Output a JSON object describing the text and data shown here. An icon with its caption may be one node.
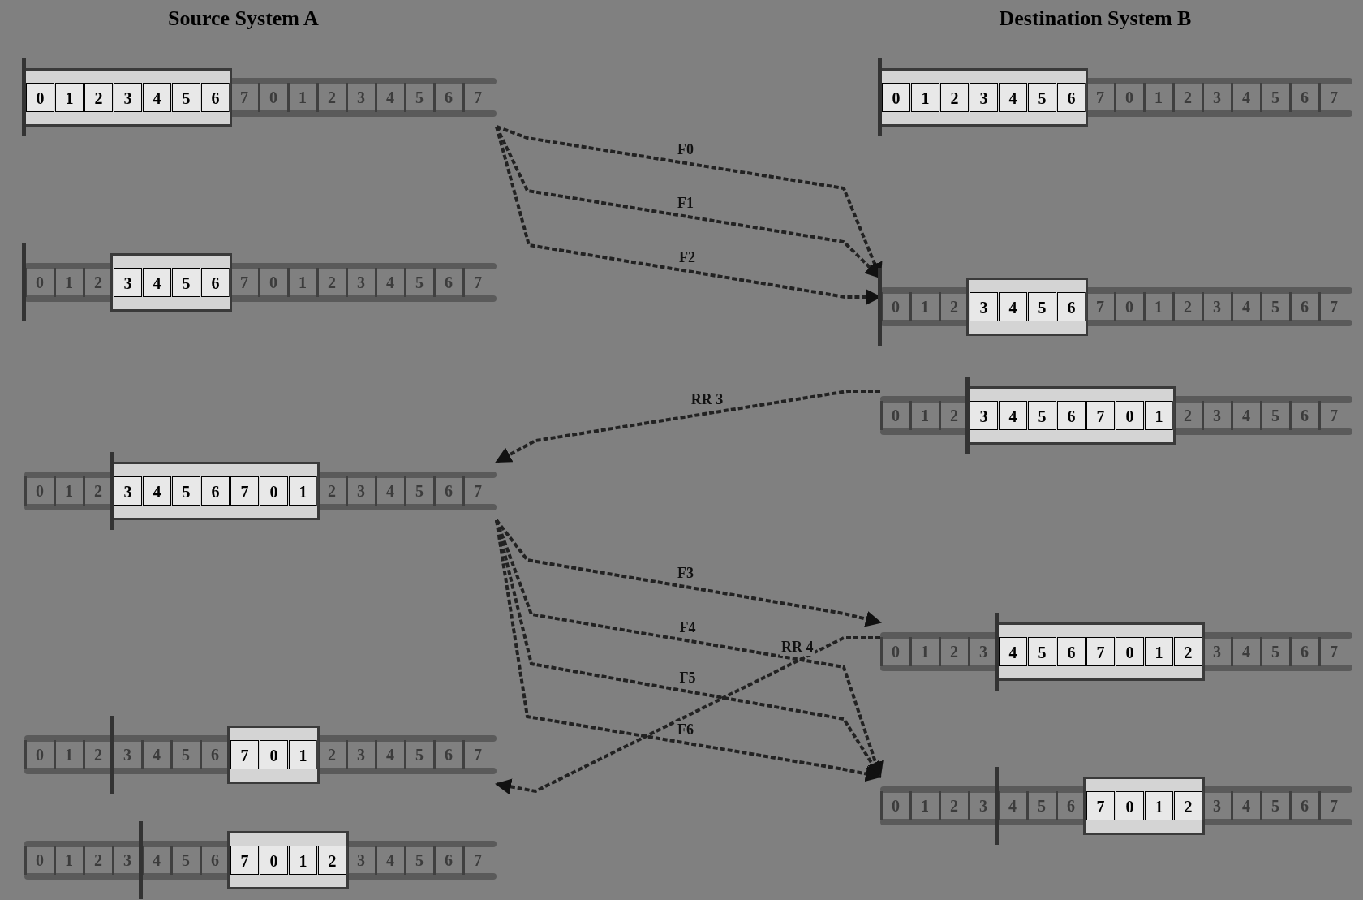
{
  "diagram": {
    "nodes": [
      {
        "text": [
          "7",
          "0",
          "1",
          "2",
          "3",
          "4",
          "5",
          "6",
          "7"
        ]
      },
      {
        "text": [
          "0",
          "1",
          "2",
          "3",
          "4",
          "5",
          "6"
        ],
        "in": 0
      },
      {
        "text": [
          "0",
          "1",
          "2",
          "7",
          "0",
          "1",
          "2",
          "3",
          "4",
          "5",
          "6",
          "7"
        ]
      },
      {
        "text": [
          "3",
          "4",
          "5",
          "6"
        ],
        "in": 2
      },
      {
        "text": [
          "0",
          "1",
          "2",
          "2",
          "3",
          "4",
          "5",
          "6",
          "7"
        ]
      },
      {
        "text": [
          "3",
          "4",
          "5",
          "6",
          "7",
          "0",
          "1"
        ],
        "in": 4
      },
      {
        "text": [
          "0",
          "1",
          "2",
          "3",
          "4",
          "5",
          "6",
          "2",
          "3",
          "4",
          "5",
          "6",
          "7"
        ]
      },
      {
        "text": [
          "7",
          "0",
          "1"
        ],
        "in": 6
      },
      {
        "text": [
          "0",
          "1",
          "2",
          "3",
          "4",
          "5",
          "6",
          "3",
          "4",
          "5",
          "6",
          "7"
        ]
      },
      {
        "text": [
          "7",
          "0",
          "1",
          "2"
        ],
        "in": 8
      },
      {
        "text": [
          "7",
          "0",
          "1",
          "2",
          "3",
          "4",
          "5",
          "6",
          "7"
        ]
      },
      {
        "text": [
          "0",
          "1",
          "2",
          "3",
          "4",
          "5",
          "6"
        ],
        "in": 10
      },
      {
        "text": [
          "0",
          "1",
          "2",
          "7",
          "0",
          "1",
          "2",
          "3",
          "4",
          "5",
          "6",
          "7"
        ]
      },
      {
        "text": [
          "3",
          "4",
          "5",
          "6"
        ],
        "in": 12
      },
      {
        "text": [
          "0",
          "1",
          "2",
          "2",
          "3",
          "4",
          "5",
          "6",
          "7"
        ]
      },
      {
        "text": [
          "3",
          "4",
          "5",
          "6",
          "7",
          "0",
          "1"
        ],
        "in": 14
      },
      {
        "text": [
          "0",
          "1",
          "2",
          "3",
          "3",
          "4",
          "5",
          "6",
          "7"
        ]
      },
      {
        "text": [
          "4",
          "5",
          "6",
          "7",
          "0",
          "1",
          "2"
        ],
        "in": 16
      },
      {
        "text": [
          "0",
          "1",
          "2",
          "3",
          "4",
          "5",
          "6",
          "3",
          "4",
          "5",
          "6",
          "7"
        ]
      },
      {
        "text": [
          "7",
          "0",
          "1",
          "2"
        ],
        "in": 18
      }
    ],
    "edges": [
      {
        "from": 0,
        "to": 12,
        "arrow": "to",
        "label": "F0",
        "style": "dashed"
      },
      {
        "from": 0,
        "to": 12,
        "arrow": "to",
        "label": "F1",
        "style": "dashed"
      },
      {
        "from": 0,
        "to": 12,
        "arrow": "to",
        "label": "F2",
        "style": "dashed"
      },
      {
        "from": 14,
        "to": 4,
        "arrow": "to",
        "label": "RR 3",
        "style": "dashed"
      },
      {
        "from": 4,
        "to": 16,
        "arrow": "to",
        "label": "F3",
        "style": "dashed"
      },
      {
        "from": 4,
        "to": 18,
        "arrow": "to",
        "label": "F4",
        "style": "dashed"
      },
      {
        "from": 4,
        "to": 18,
        "arrow": "to",
        "label": "F5",
        "style": "dashed"
      },
      {
        "from": 4,
        "to": 18,
        "arrow": "to",
        "label": "F6",
        "style": "dashed"
      },
      {
        "from": 16,
        "to": 6,
        "arrow": "to",
        "label": "RR 4",
        "style": "dashed"
      }
    ],
    "labels": [
      "Source System A",
      "Destination System B"
    ]
  }
}
